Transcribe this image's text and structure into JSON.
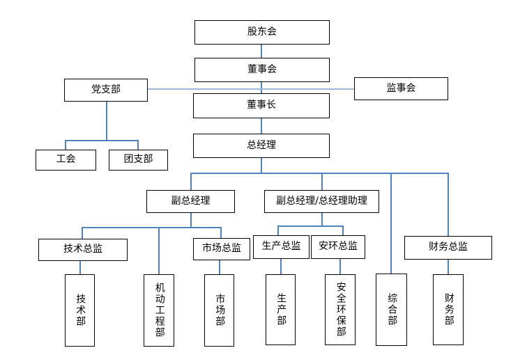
{
  "diagram": {
    "type": "org-chart",
    "colors": {
      "connector": "#4f81bd",
      "connector_light": "#9db8dc",
      "box_border": "#000000",
      "box_fill": "#ffffff",
      "text": "#000000",
      "background": "#ffffff"
    },
    "nodes": {
      "shareholders_meeting": "股东会",
      "board_of_directors": "董事会",
      "party_branch": "党支部",
      "supervisory_board": "监事会",
      "chairman": "董事长",
      "general_manager": "总经理",
      "labor_union": "工会",
      "youth_league_branch": "团支部",
      "deputy_general_manager": "副总经理",
      "deputy_gm_gm_assistant": "副总经理/总经理助理",
      "technical_director": "技术总监",
      "marketing_director": "市场总监",
      "production_director": "生产总监",
      "safety_env_director": "安环总监",
      "finance_director": "财务总监",
      "technical_dept": "技术部",
      "mechanical_engineering_dept": "机动工程部",
      "marketing_dept": "市场部",
      "production_dept": "生产部",
      "safety_env_protection_dept": "安全环保部",
      "general_affairs_dept": "综合部",
      "finance_dept": "财务部"
    },
    "edges": [
      {
        "from": "shareholders_meeting",
        "to": "board_of_directors"
      },
      {
        "from": "board_of_directors",
        "to": "chairman"
      },
      {
        "from": "party_branch",
        "to": "supervisory_board",
        "style": "lateral"
      },
      {
        "from": "party_branch",
        "to": "labor_union"
      },
      {
        "from": "party_branch",
        "to": "youth_league_branch"
      },
      {
        "from": "chairman",
        "to": "general_manager"
      },
      {
        "from": "general_manager",
        "to": "deputy_general_manager"
      },
      {
        "from": "general_manager",
        "to": "deputy_gm_gm_assistant"
      },
      {
        "from": "general_manager",
        "to": "general_affairs_dept"
      },
      {
        "from": "general_manager",
        "to": "finance_director"
      },
      {
        "from": "deputy_general_manager",
        "to": "technical_director"
      },
      {
        "from": "deputy_general_manager",
        "to": "mechanical_engineering_dept"
      },
      {
        "from": "deputy_general_manager",
        "to": "marketing_director"
      },
      {
        "from": "deputy_gm_gm_assistant",
        "to": "production_director"
      },
      {
        "from": "deputy_gm_gm_assistant",
        "to": "safety_env_director"
      },
      {
        "from": "technical_director",
        "to": "technical_dept"
      },
      {
        "from": "marketing_director",
        "to": "marketing_dept"
      },
      {
        "from": "production_director",
        "to": "production_dept"
      },
      {
        "from": "safety_env_director",
        "to": "safety_env_protection_dept"
      },
      {
        "from": "finance_director",
        "to": "finance_dept"
      }
    ]
  }
}
